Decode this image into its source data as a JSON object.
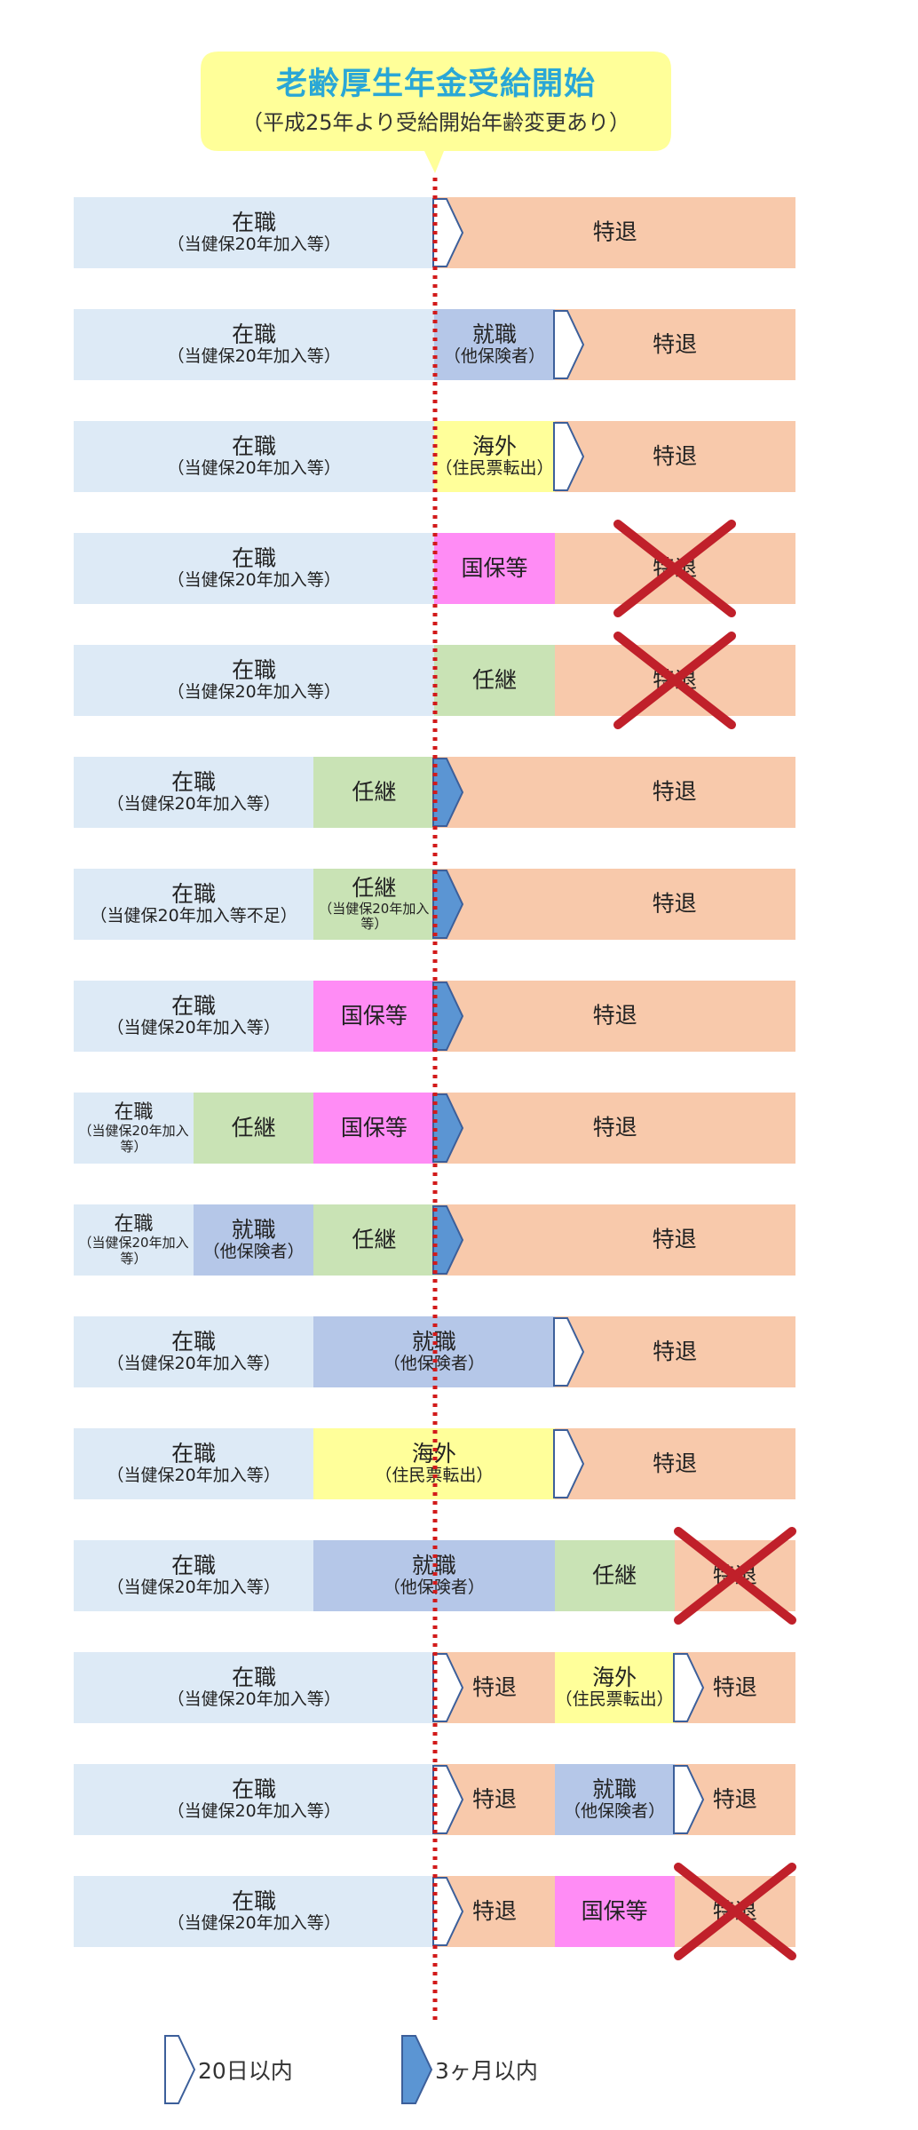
{
  "header": {
    "title": "老齢厚生年金受給開始",
    "subtitle": "（平成25年より受給開始年齢変更あり）"
  },
  "colors": {
    "employed": "#ddeaf6",
    "tokutai": "#f8c9ab",
    "job": "#b5c7e8",
    "overseas": "#ffff9a",
    "kokuho": "#ff8cf5",
    "ninkei": "#c9e3b5",
    "arrow_20days": "#ffffff",
    "arrow_3months": "#5b95d3",
    "cross": "#c0202a",
    "timeline": "#d21a1a",
    "callout": "#ffff99"
  },
  "rows": [
    {
      "segments": [
        {
          "type": "employed",
          "label": "在職",
          "sublabel": "（当健保20年加入等）",
          "start": 0,
          "end": 4
        },
        {
          "type": "tokutai",
          "label": "特退",
          "start": 4,
          "end": 8
        }
      ],
      "arrows": [
        {
          "at": 4,
          "kind": "20days"
        }
      ]
    },
    {
      "segments": [
        {
          "type": "employed",
          "label": "在職",
          "sublabel": "（当健保20年加入等）",
          "start": 0,
          "end": 4
        },
        {
          "type": "job",
          "label": "就職",
          "sublabel": "（他保険者）",
          "start": 4,
          "end": 5.33
        },
        {
          "type": "tokutai",
          "label": "特退",
          "start": 5.33,
          "end": 8
        }
      ],
      "arrows": [
        {
          "at": 5.33,
          "kind": "20days"
        }
      ]
    },
    {
      "segments": [
        {
          "type": "employed",
          "label": "在職",
          "sublabel": "（当健保20年加入等）",
          "start": 0,
          "end": 4
        },
        {
          "type": "overseas",
          "label": "海外",
          "sublabel": "（住民票転出）",
          "start": 4,
          "end": 5.33
        },
        {
          "type": "tokutai",
          "label": "特退",
          "start": 5.33,
          "end": 8
        }
      ],
      "arrows": [
        {
          "at": 5.33,
          "kind": "20days"
        }
      ]
    },
    {
      "segments": [
        {
          "type": "employed",
          "label": "在職",
          "sublabel": "（当健保20年加入等）",
          "start": 0,
          "end": 4
        },
        {
          "type": "kokuho",
          "label": "国保等",
          "start": 4,
          "end": 5.33
        },
        {
          "type": "tokutai",
          "label": "特退",
          "start": 5.33,
          "end": 8,
          "crossed": true
        }
      ],
      "arrows": []
    },
    {
      "segments": [
        {
          "type": "employed",
          "label": "在職",
          "sublabel": "（当健保20年加入等）",
          "start": 0,
          "end": 4
        },
        {
          "type": "ninkei",
          "label": "任継",
          "start": 4,
          "end": 5.33
        },
        {
          "type": "tokutai",
          "label": "特退",
          "start": 5.33,
          "end": 8,
          "crossed": true
        }
      ],
      "arrows": []
    },
    {
      "segments": [
        {
          "type": "employed",
          "label": "在職",
          "sublabel": "（当健保20年加入等）",
          "start": 0,
          "end": 2.66
        },
        {
          "type": "ninkei",
          "label": "任継",
          "start": 2.66,
          "end": 4
        },
        {
          "type": "tokutai",
          "label": "特退",
          "start": 4,
          "end": 8,
          "textCenter": 6.66
        }
      ],
      "arrows": [
        {
          "at": 4,
          "kind": "3months"
        }
      ]
    },
    {
      "segments": [
        {
          "type": "employed",
          "label": "在職",
          "sublabel": "（当健保20年加入等不足）",
          "start": 0,
          "end": 2.66
        },
        {
          "type": "ninkei",
          "label": "任継",
          "sublabel": "（当健保20年加入等）",
          "start": 2.66,
          "end": 4,
          "small": true
        },
        {
          "type": "tokutai",
          "label": "特退",
          "start": 4,
          "end": 8,
          "textCenter": 6.66
        }
      ],
      "arrows": [
        {
          "at": 4,
          "kind": "3months"
        }
      ]
    },
    {
      "segments": [
        {
          "type": "employed",
          "label": "在職",
          "sublabel": "（当健保20年加入等）",
          "start": 0,
          "end": 2.66
        },
        {
          "type": "kokuho",
          "label": "国保等",
          "start": 2.66,
          "end": 4
        },
        {
          "type": "tokutai",
          "label": "特退",
          "start": 4,
          "end": 8,
          "textCenter": 6
        }
      ],
      "arrows": [
        {
          "at": 4,
          "kind": "3months"
        }
      ]
    },
    {
      "segments": [
        {
          "type": "employed",
          "label": "在職",
          "sublabel": "（当健保20年加入等）",
          "start": 0,
          "end": 1.33,
          "tiny": true
        },
        {
          "type": "ninkei",
          "label": "任継",
          "start": 1.33,
          "end": 2.66
        },
        {
          "type": "kokuho",
          "label": "国保等",
          "start": 2.66,
          "end": 4
        },
        {
          "type": "tokutai",
          "label": "特退",
          "start": 4,
          "end": 8,
          "textCenter": 6
        }
      ],
      "arrows": [
        {
          "at": 4,
          "kind": "3months"
        }
      ]
    },
    {
      "segments": [
        {
          "type": "employed",
          "label": "在職",
          "sublabel": "（当健保20年加入等）",
          "start": 0,
          "end": 1.33,
          "tiny": true
        },
        {
          "type": "job",
          "label": "就職",
          "sublabel": "（他保険者）",
          "start": 1.33,
          "end": 2.66
        },
        {
          "type": "ninkei",
          "label": "任継",
          "start": 2.66,
          "end": 4
        },
        {
          "type": "tokutai",
          "label": "特退",
          "start": 4,
          "end": 8,
          "textCenter": 6.66
        }
      ],
      "arrows": [
        {
          "at": 4,
          "kind": "3months"
        }
      ]
    },
    {
      "segments": [
        {
          "type": "employed",
          "label": "在職",
          "sublabel": "（当健保20年加入等）",
          "start": 0,
          "end": 2.66
        },
        {
          "type": "job",
          "label": "就職",
          "sublabel": "（他保険者）",
          "start": 2.66,
          "end": 5.33
        },
        {
          "type": "tokutai",
          "label": "特退",
          "start": 5.33,
          "end": 8
        }
      ],
      "arrows": [
        {
          "at": 5.33,
          "kind": "20days"
        }
      ]
    },
    {
      "segments": [
        {
          "type": "employed",
          "label": "在職",
          "sublabel": "（当健保20年加入等）",
          "start": 0,
          "end": 2.66
        },
        {
          "type": "overseas",
          "label": "海外",
          "sublabel": "（住民票転出）",
          "start": 2.66,
          "end": 5.33
        },
        {
          "type": "tokutai",
          "label": "特退",
          "start": 5.33,
          "end": 8
        }
      ],
      "arrows": [
        {
          "at": 5.33,
          "kind": "20days"
        }
      ]
    },
    {
      "segments": [
        {
          "type": "employed",
          "label": "在職",
          "sublabel": "（当健保20年加入等）",
          "start": 0,
          "end": 2.66
        },
        {
          "type": "job",
          "label": "就職",
          "sublabel": "（他保険者）",
          "start": 2.66,
          "end": 5.33
        },
        {
          "type": "ninkei",
          "label": "任継",
          "start": 5.33,
          "end": 6.66
        },
        {
          "type": "tokutai",
          "label": "特退",
          "start": 6.66,
          "end": 8,
          "crossed": true
        }
      ],
      "arrows": []
    },
    {
      "segments": [
        {
          "type": "employed",
          "label": "在職",
          "sublabel": "（当健保20年加入等）",
          "start": 0,
          "end": 4
        },
        {
          "type": "tokutai",
          "label": "特退",
          "start": 4,
          "end": 5.33
        },
        {
          "type": "overseas",
          "label": "海外",
          "sublabel": "（住民票転出）",
          "start": 5.33,
          "end": 6.66
        },
        {
          "type": "tokutai",
          "label": "特退",
          "start": 6.66,
          "end": 8
        }
      ],
      "arrows": [
        {
          "at": 4,
          "kind": "20days"
        },
        {
          "at": 6.66,
          "kind": "20days"
        }
      ]
    },
    {
      "segments": [
        {
          "type": "employed",
          "label": "在職",
          "sublabel": "（当健保20年加入等）",
          "start": 0,
          "end": 4
        },
        {
          "type": "tokutai",
          "label": "特退",
          "start": 4,
          "end": 5.33
        },
        {
          "type": "job",
          "label": "就職",
          "sublabel": "（他保険者）",
          "start": 5.33,
          "end": 6.66
        },
        {
          "type": "tokutai",
          "label": "特退",
          "start": 6.66,
          "end": 8
        }
      ],
      "arrows": [
        {
          "at": 4,
          "kind": "20days"
        },
        {
          "at": 6.66,
          "kind": "20days"
        }
      ]
    },
    {
      "segments": [
        {
          "type": "employed",
          "label": "在職",
          "sublabel": "（当健保20年加入等）",
          "start": 0,
          "end": 4
        },
        {
          "type": "tokutai",
          "label": "特退",
          "start": 4,
          "end": 5.33
        },
        {
          "type": "kokuho",
          "label": "国保等",
          "start": 5.33,
          "end": 6.66
        },
        {
          "type": "tokutai",
          "label": "特退",
          "start": 6.66,
          "end": 8,
          "crossed": true
        }
      ],
      "arrows": [
        {
          "at": 4,
          "kind": "20days"
        }
      ]
    }
  ],
  "legend": [
    {
      "kind": "20days",
      "label": "20日以内"
    },
    {
      "kind": "3months",
      "label": "3ヶ月以内"
    }
  ]
}
